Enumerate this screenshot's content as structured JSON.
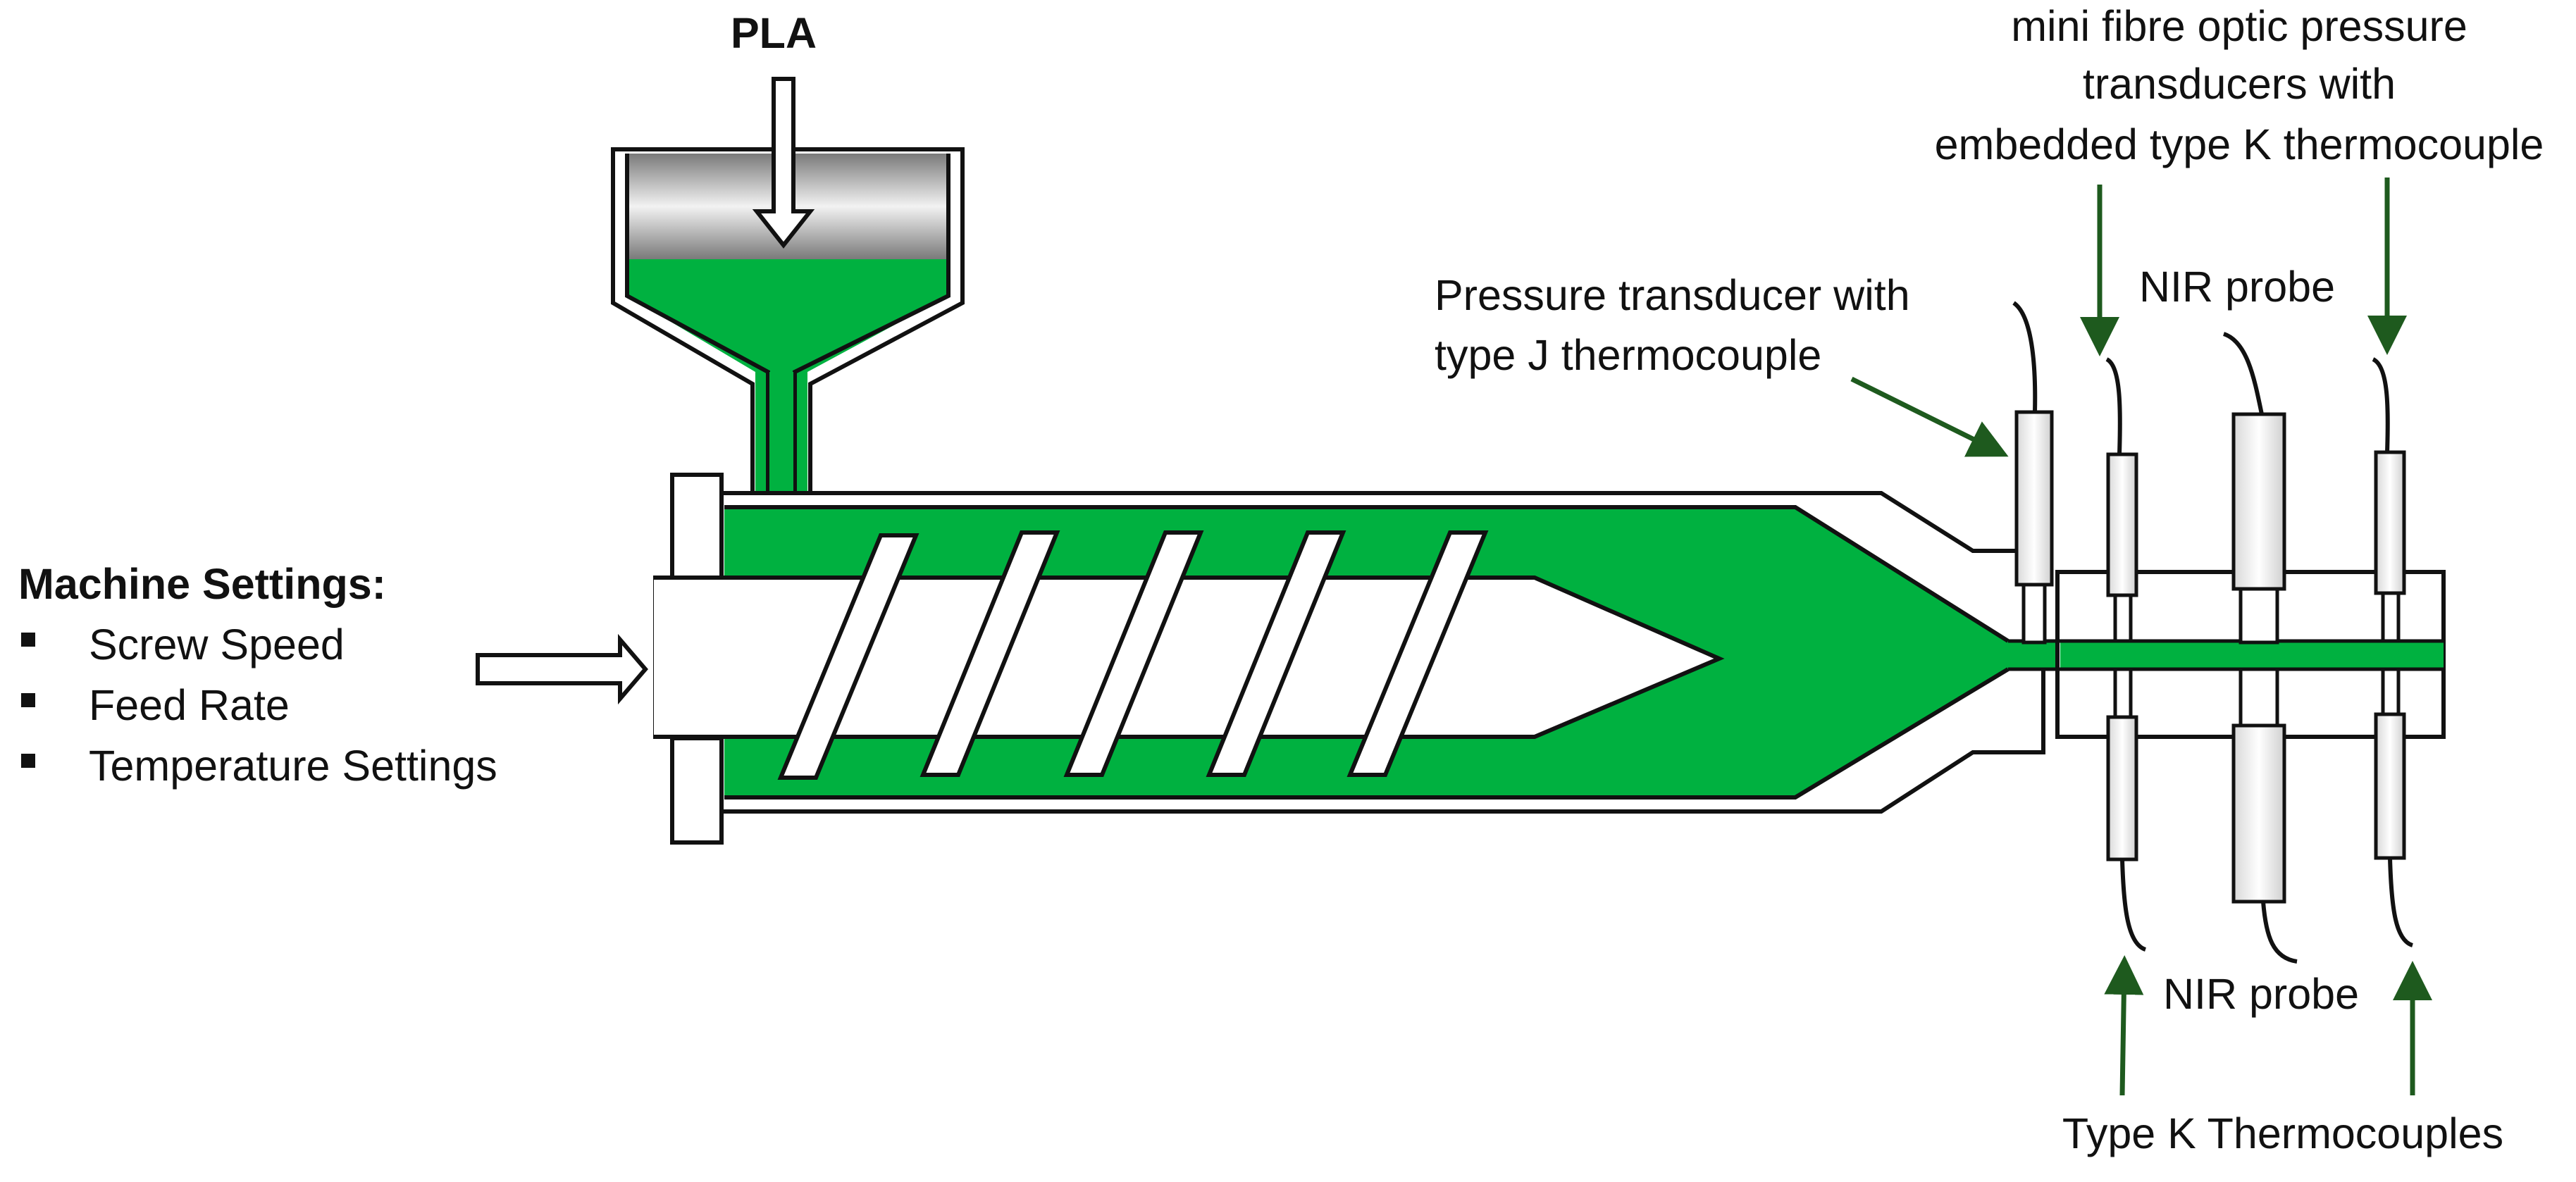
{
  "feed": {
    "material": "PLA"
  },
  "machine_settings": {
    "title": "Machine Settings:",
    "items": [
      "Screw Speed",
      "Feed Rate",
      "Temperature Settings"
    ]
  },
  "labels": {
    "pressure_transducer": [
      "Pressure transducer with",
      "type J thermocouple"
    ],
    "mini_fibre": [
      "mini fibre optic pressure",
      "transducers with",
      "embedded type K thermocouple"
    ],
    "nir_probe_top": "NIR probe",
    "nir_probe_bottom": "NIR probe",
    "type_k": "Type K Thermocouples"
  },
  "colors": {
    "melt": "#00b140",
    "arrow_green": "#1e5a1e",
    "outline": "#111111",
    "probe_fill": "#f0f0f0"
  }
}
